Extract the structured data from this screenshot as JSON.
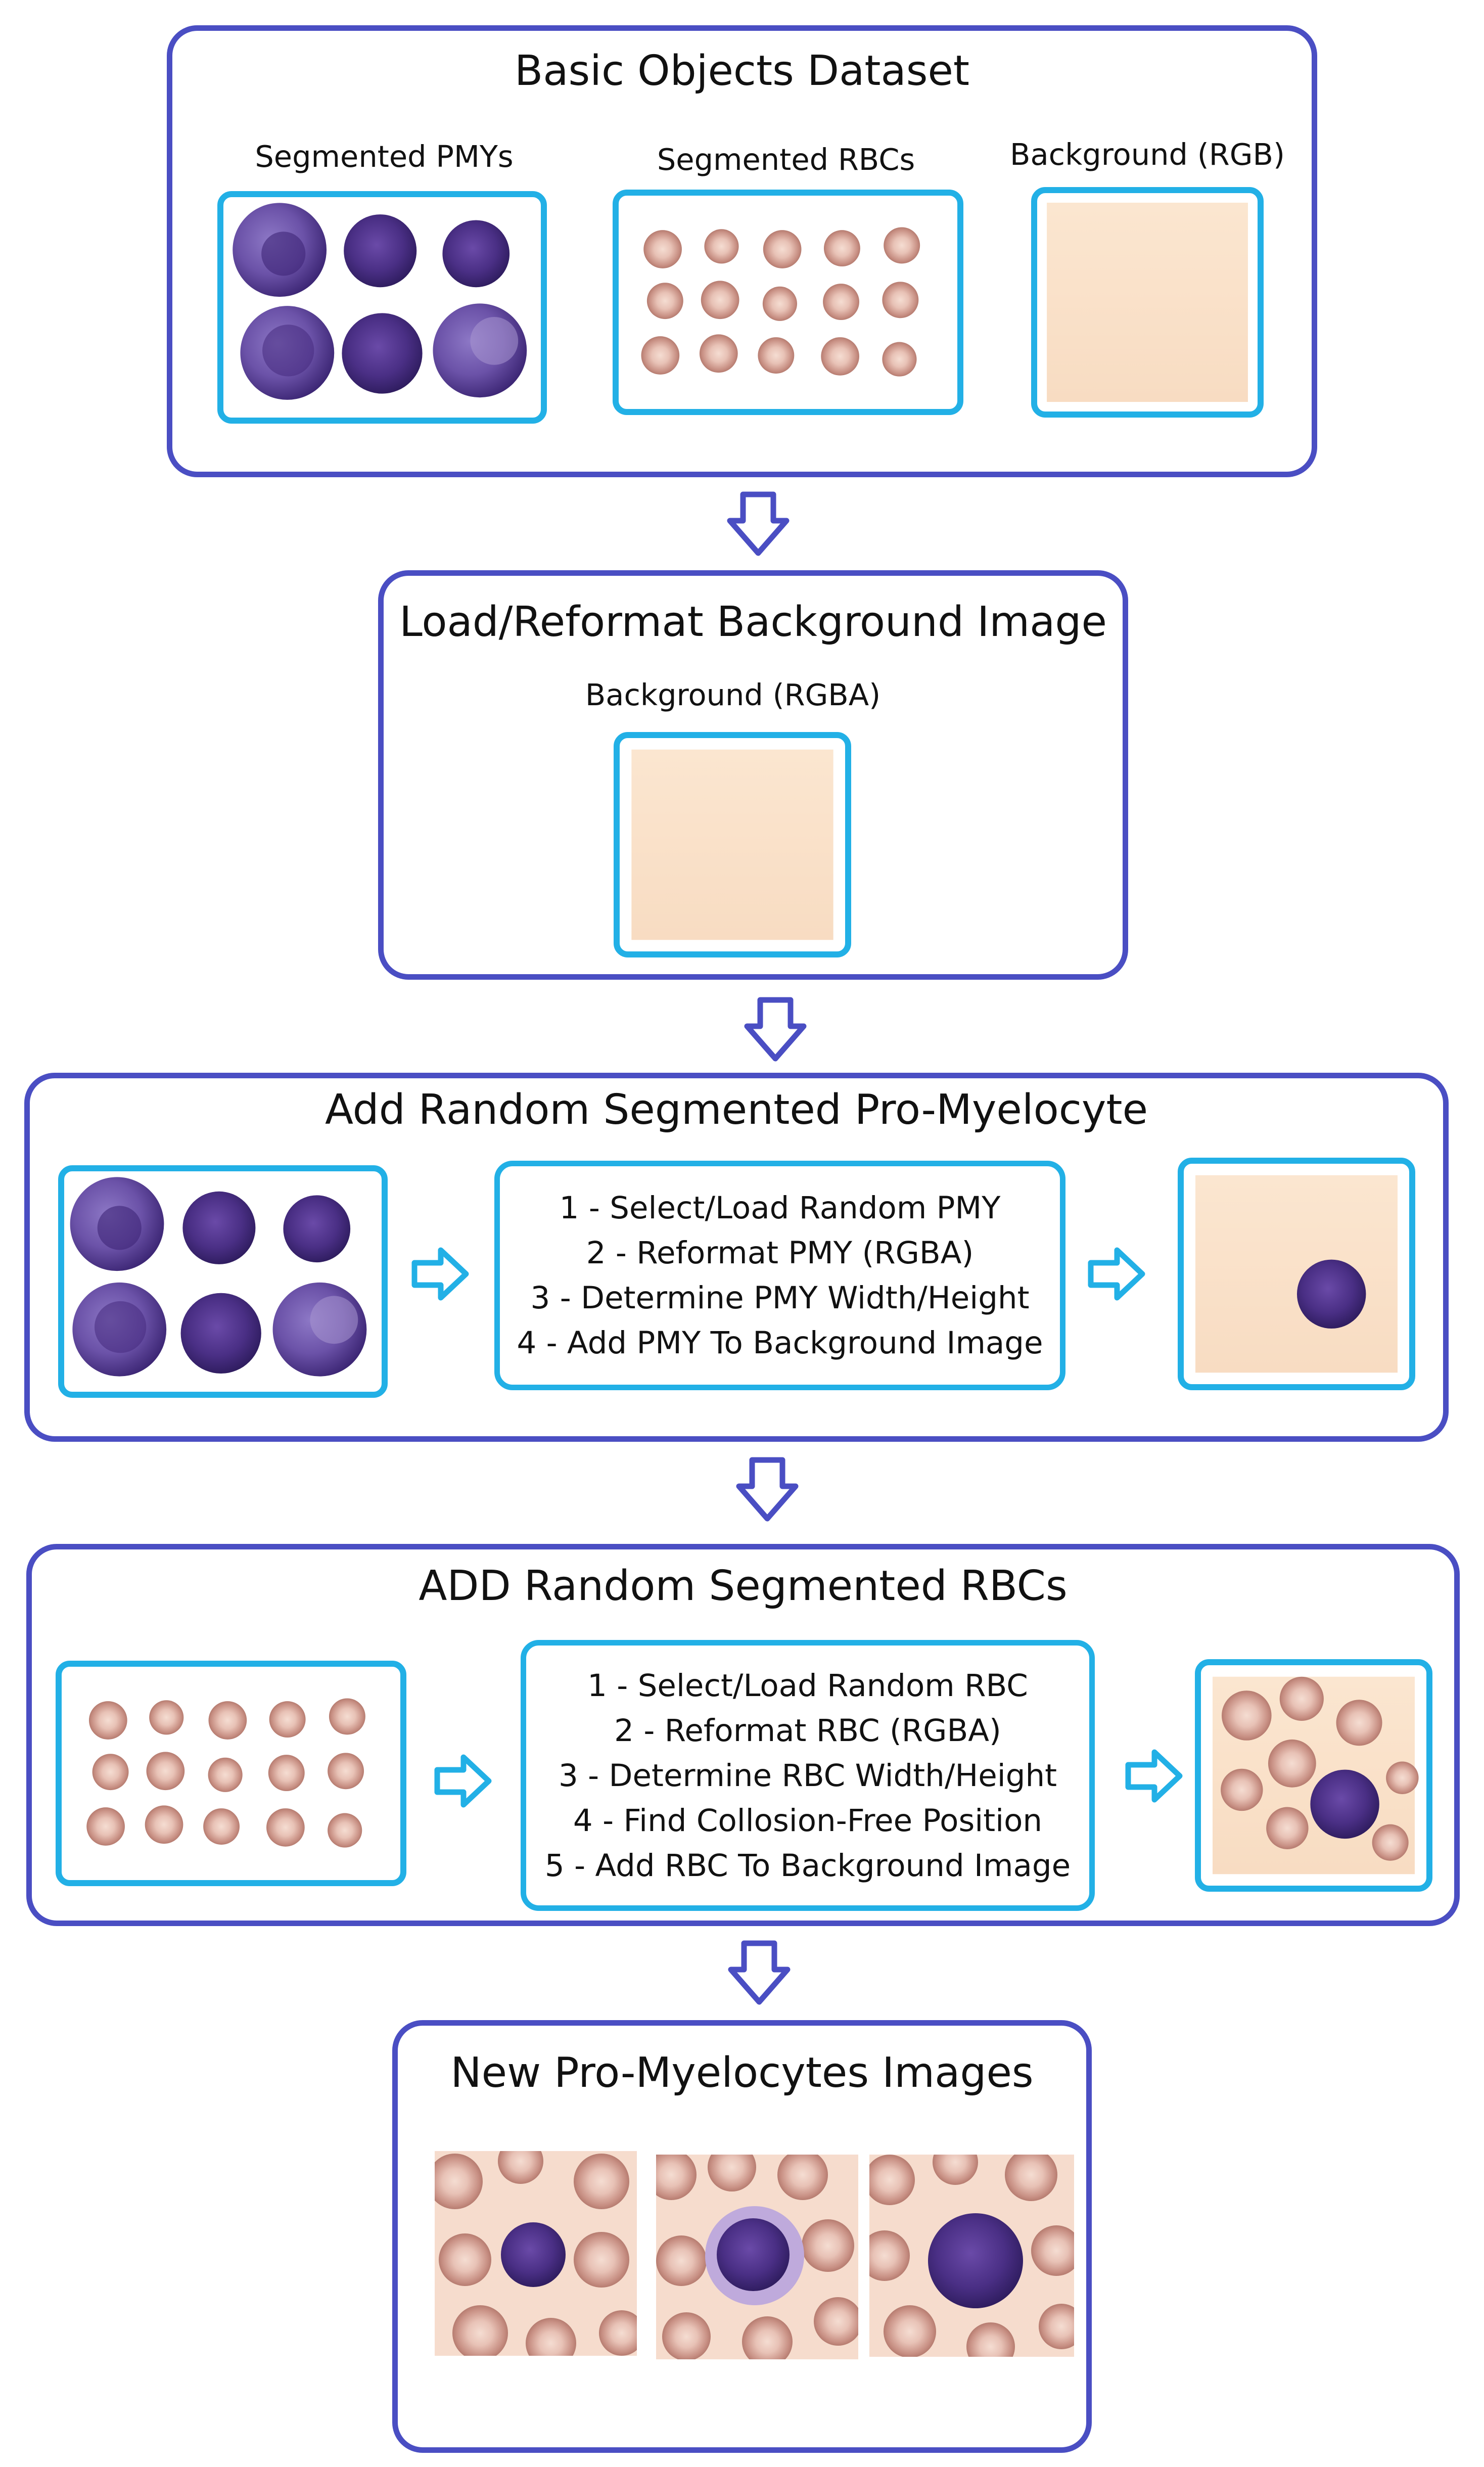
{
  "sections": {
    "basic_objects": {
      "title": "Basic Objects Dataset",
      "pmy_label": "Segmented PMYs",
      "rbc_label": "Segmented RBCs",
      "bg_label": "Background (RGB)"
    },
    "load_background": {
      "title": "Load/Reformat Background Image",
      "bg_label": "Background (RGBA)"
    },
    "add_pmy": {
      "title": "Add Random Segmented Pro-Myelocyte",
      "steps": [
        "1 - Select/Load Random PMY",
        "2 - Reformat PMY (RGBA)",
        "3 - Determine PMY Width/Height",
        "4 - Add PMY To Background Image"
      ]
    },
    "add_rbc": {
      "title": "ADD Random Segmented RBCs",
      "steps": [
        "1 - Select/Load Random RBC",
        "2 - Reformat RBC (RGBA)",
        "3 - Determine RBC Width/Height",
        "4 - Find Collosion-Free Position",
        "5 - Add RBC To Background Image"
      ]
    },
    "new_images": {
      "title": "New Pro-Myelocytes Images"
    }
  },
  "colors": {
    "section_border": "#4a4ec3",
    "frame_border": "#22b0e6",
    "flow_arrow": "#4a4ec3",
    "step_arrow": "#22b0e6",
    "background_fill": "#fbe3cb",
    "pmy_cell": "#4a2f85",
    "rbc_cell": "#d9a9a0"
  },
  "icons": {
    "flow_arrow": "hollow-down-arrow-icon",
    "step_arrow": "hollow-right-arrow-icon"
  }
}
